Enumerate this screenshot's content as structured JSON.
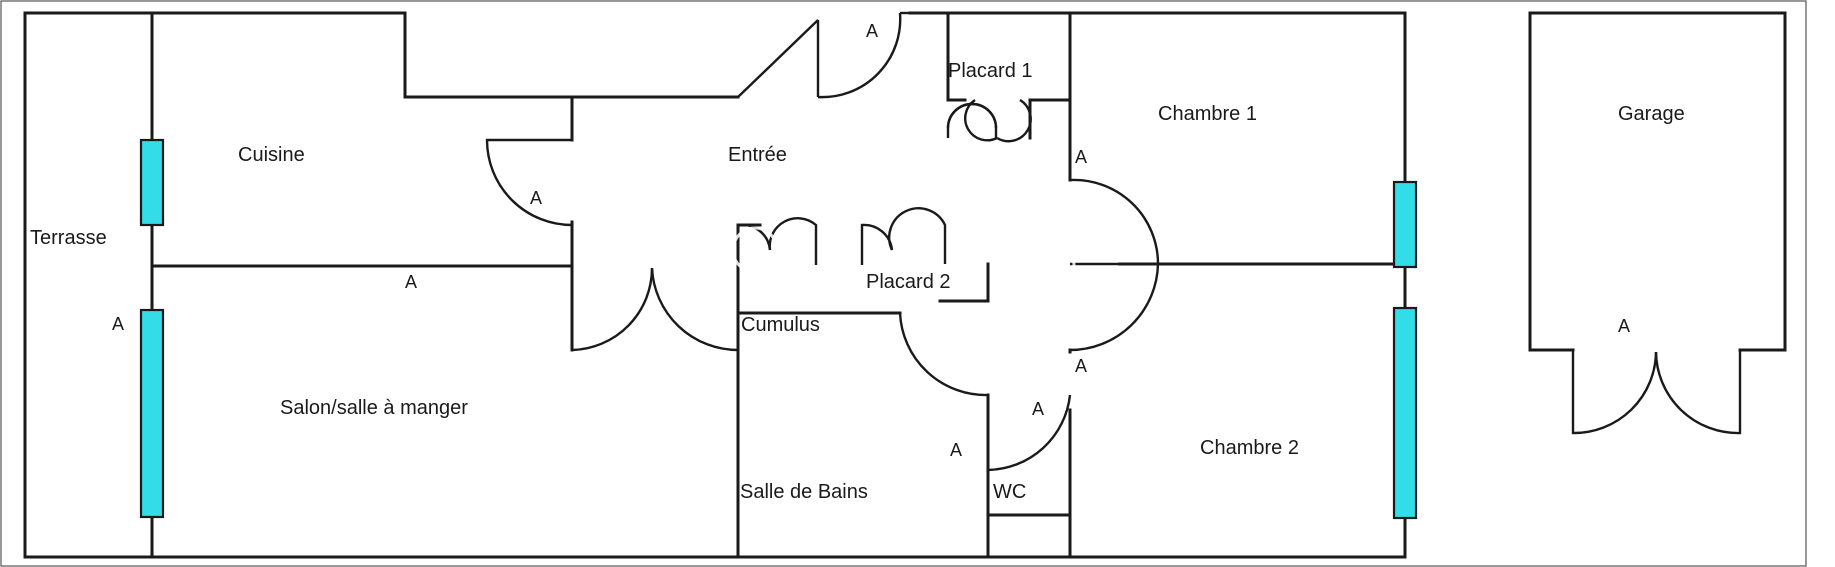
{
  "rooms": {
    "terrasse": "Terrasse",
    "cuisine": "Cuisine",
    "entree": "Entrée",
    "placard1": "Placard 1",
    "chambre1": "Chambre 1",
    "garage": "Garage",
    "placard2": "Placard 2",
    "cumulus": "Cumulus",
    "salon": "Salon/salle à manger",
    "salle_de_bains": "Salle de Bains",
    "wc": "WC",
    "chambre2": "Chambre 2"
  },
  "marker": "A",
  "colors": {
    "window": "#33dde8",
    "wall": "#1a1a1a",
    "background": "#ffffff"
  }
}
